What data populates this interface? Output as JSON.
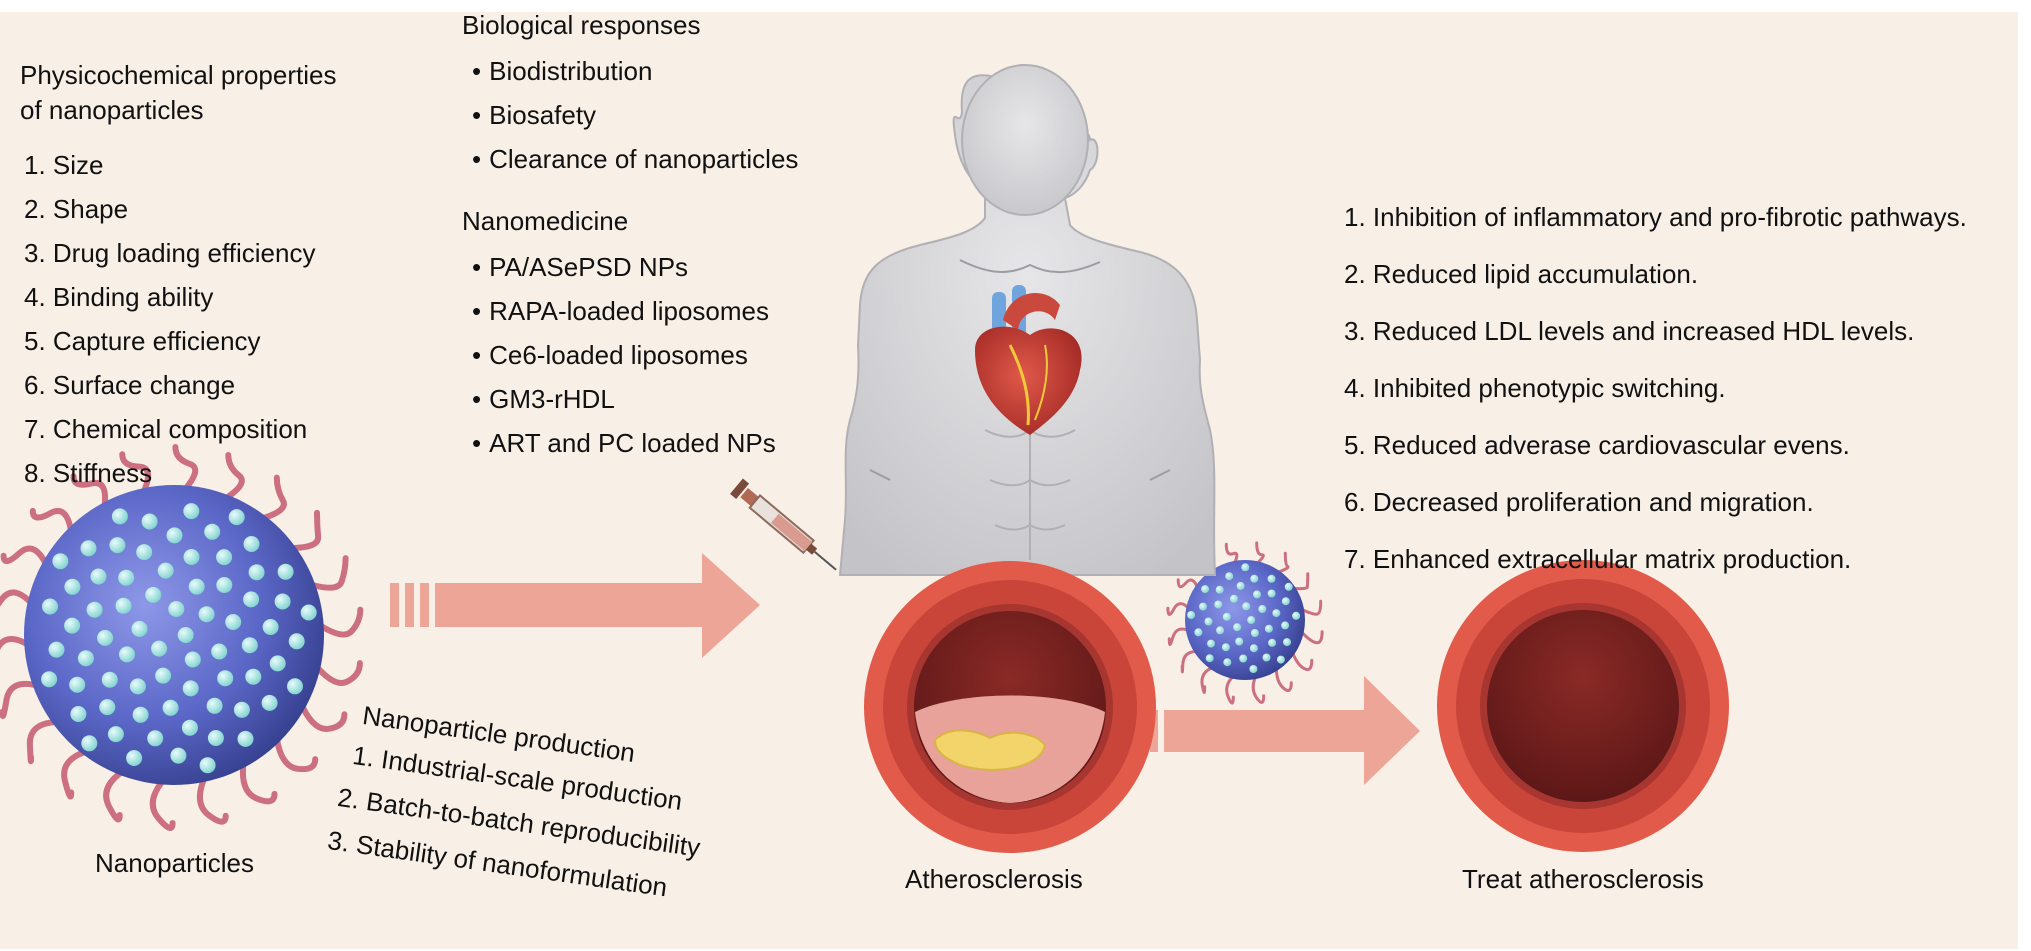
{
  "physicochemical": {
    "title_line1": "Physicochemical properties",
    "title_line2": "of nanoparticles",
    "items": [
      "1. Size",
      "2. Shape",
      "3. Drug loading efficiency",
      "4. Binding ability",
      "5. Capture efficiency",
      "6. Surface change",
      "7. Chemical composition",
      "8. Stiffness"
    ]
  },
  "biological": {
    "title": "Biological responses",
    "items": [
      "Biodistribution",
      "Biosafety",
      "Clearance of nanoparticles"
    ]
  },
  "nanomedicine": {
    "title": "Nanomedicine",
    "items": [
      "PA/ASePSD NPs",
      "RAPA-loaded liposomes",
      "Ce6-loaded liposomes",
      "GM3-rHDL",
      "ART and PC loaded NPs"
    ]
  },
  "outcomes": {
    "items": [
      "1. Inhibition of inflammatory and pro-fibrotic pathways.",
      "2. Reduced lipid accumulation.",
      "3. Reduced LDL levels and increased HDL levels.",
      "4. Inhibited phenotypic switching.",
      "5. Reduced adverase cardiovascular evens.",
      "6. Decreased proliferation and migration.",
      "7. Enhanced extracellular matrix production."
    ]
  },
  "production": {
    "title": "Nanoparticle production",
    "items": [
      "1. Industrial-scale production",
      "2. Batch-to-batch reproducibility",
      "3. Stability of nanoformulation"
    ]
  },
  "labels": {
    "nanoparticles": "Nanoparticles",
    "atherosclerosis": "Atherosclerosis",
    "treat": "Treat atherosclerosis"
  },
  "colors": {
    "background": "#f8efe6",
    "arrow": "#eda597",
    "vessel_outer": "#e25b4a",
    "vessel_wall": "#c9453a",
    "lumen": "#6e1d1c",
    "plaque": "#f3d46a",
    "particle_core": "#5b67c7",
    "particle_bead": "#9fe3e0",
    "ligand": "#cc6f80",
    "skin": "#d9d9db"
  },
  "icons": [
    "nanoparticle-icon",
    "human-body-icon",
    "heart-icon",
    "syringe-icon",
    "artery-plaque-icon",
    "healthy-artery-icon",
    "arrow-icon"
  ]
}
